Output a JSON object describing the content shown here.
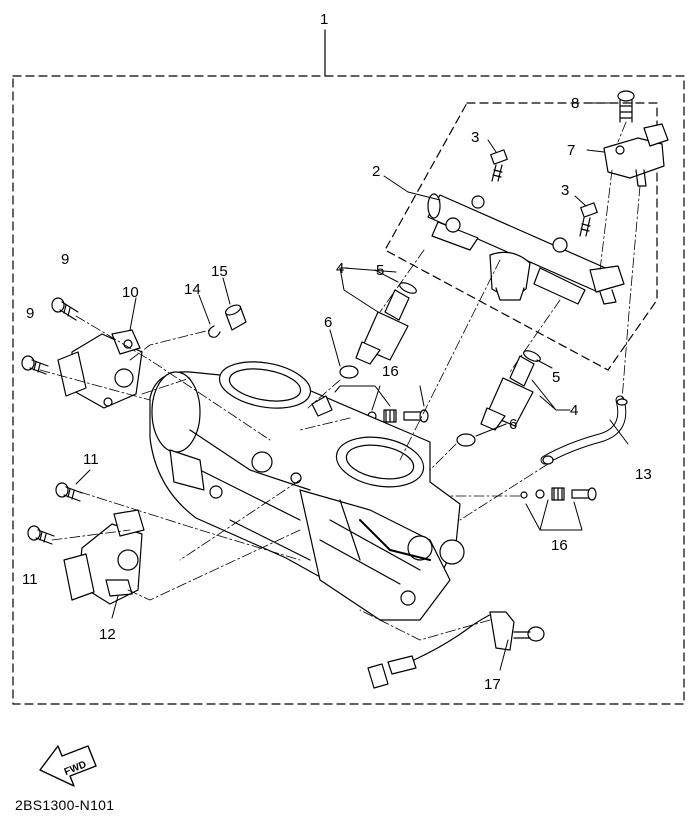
{
  "diagram": {
    "callouts": [
      "1",
      "2",
      "3",
      "3",
      "4",
      "4",
      "5",
      "5",
      "6",
      "6",
      "7",
      "8",
      "9",
      "9",
      "10",
      "11",
      "11",
      "12",
      "13",
      "14",
      "15",
      "16",
      "16",
      "17"
    ],
    "fwd_label": "FWD",
    "caption": "2BS1300-N101"
  }
}
